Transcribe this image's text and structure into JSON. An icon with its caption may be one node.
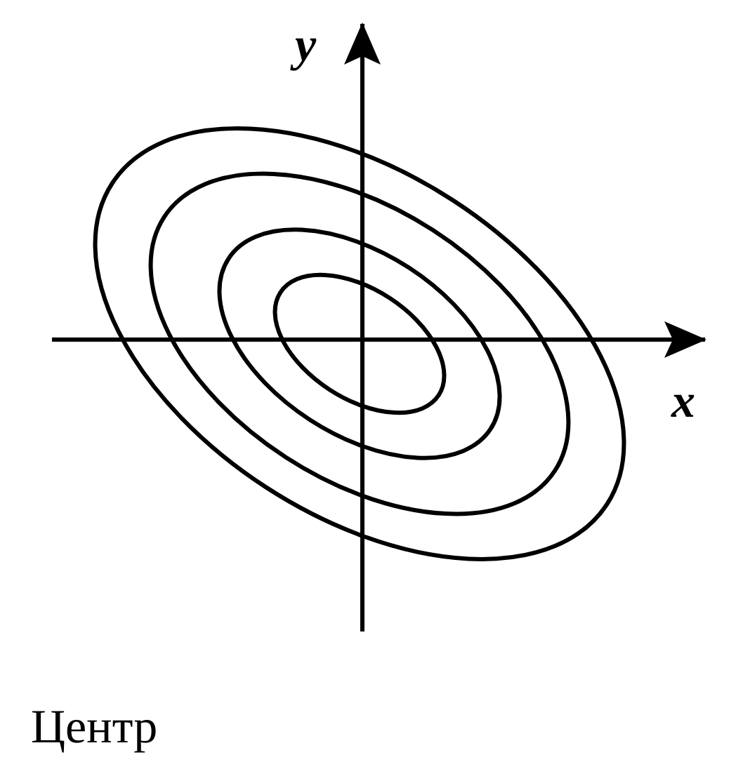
{
  "diagram": {
    "caption": "Центр",
    "labels": [
      "y",
      "x"
    ]
  }
}
